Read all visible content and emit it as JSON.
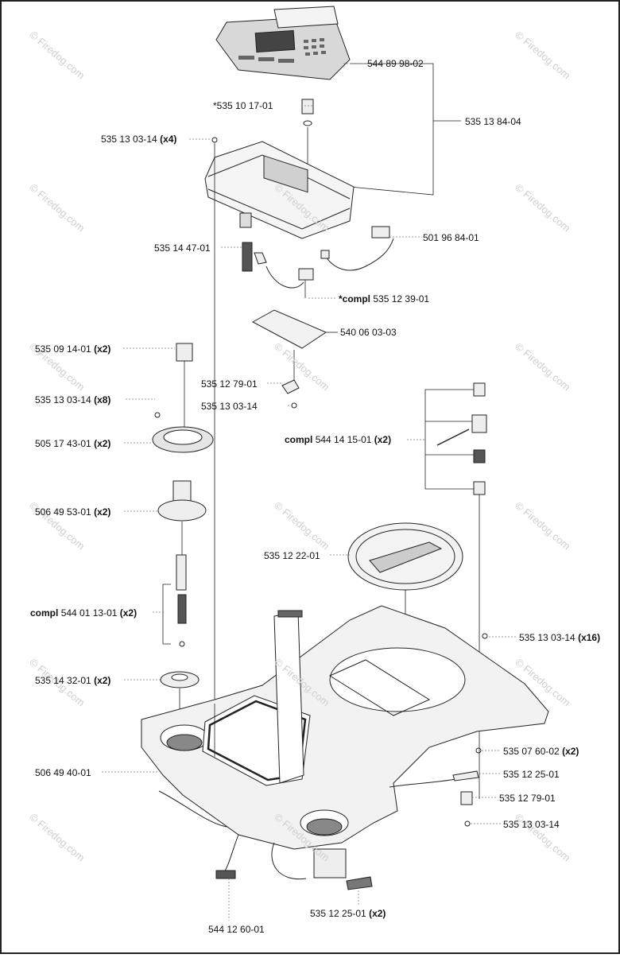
{
  "watermark": "© Firedog.com",
  "labels": {
    "p1": "544 89 98-02",
    "p2": "*535 10 17-01",
    "p3": "535 13 84-04",
    "p4": "535 13 03-14",
    "p4q": "(x4)",
    "p5": "535 14 47-01",
    "p6": "501 96 84-01",
    "p7": "*compl",
    "p7n": "535 12 39-01",
    "p8": "540 06 03-03",
    "p9": "535 09 14-01",
    "p9q": "(x2)",
    "p10": "535 12 79-01",
    "p11": "535 13 03-14",
    "p12": "535 13 03-14",
    "p12q": "(x8)",
    "p13": "505 17 43-01",
    "p13q": "(x2)",
    "p14": "compl",
    "p14n": "544 14 15-01",
    "p14q": "(x2)",
    "p15": "506 49 53-01",
    "p15q": "(x2)",
    "p16": "535 12 22-01",
    "p17": "compl",
    "p17n": "544 01 13-01",
    "p17q": "(x2)",
    "p18": "535 13 03-14",
    "p18q": "(x16)",
    "p19": "535 14 32-01",
    "p19q": "(x2)",
    "p20": "535 07 60-02",
    "p20q": "(x2)",
    "p21": "506 49 40-01",
    "p22": "535 12 25-01",
    "p23": "535 12 79-01",
    "p24": "535 13 03-14",
    "p25": "535 12 25-01",
    "p25q": "(x2)",
    "p26": "544 12 60-01"
  }
}
